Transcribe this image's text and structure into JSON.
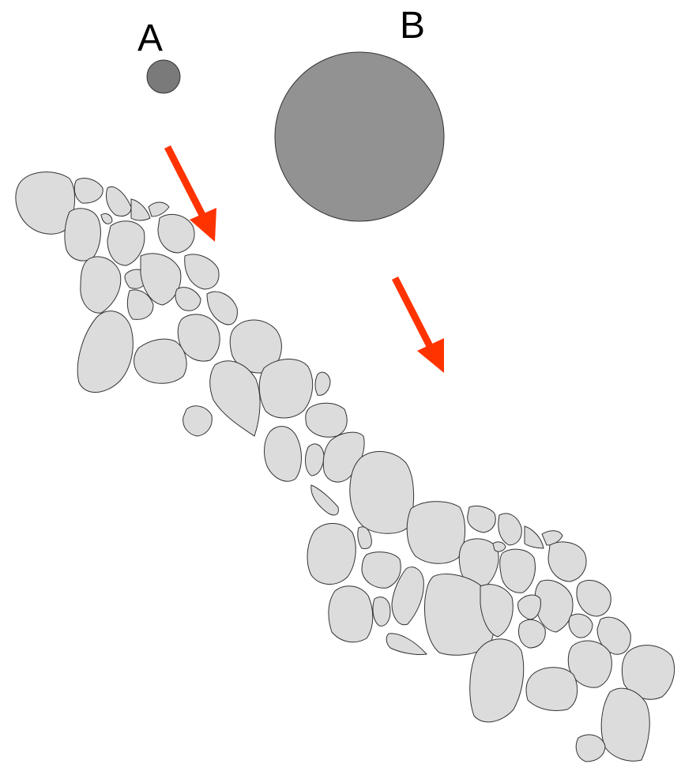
{
  "labels": {
    "a": "A",
    "b": "B"
  },
  "colors": {
    "background": "#ffffff",
    "stone_fill": "#dcdcdc",
    "stone_stroke": "#333333",
    "small_sphere": "#7a7a7a",
    "large_sphere": "#929292",
    "arrow": "#ff3300"
  },
  "icons": {
    "small_sphere": "small-circle",
    "large_sphere": "large-circle",
    "arrows": "downward-diagonal-arrow"
  }
}
